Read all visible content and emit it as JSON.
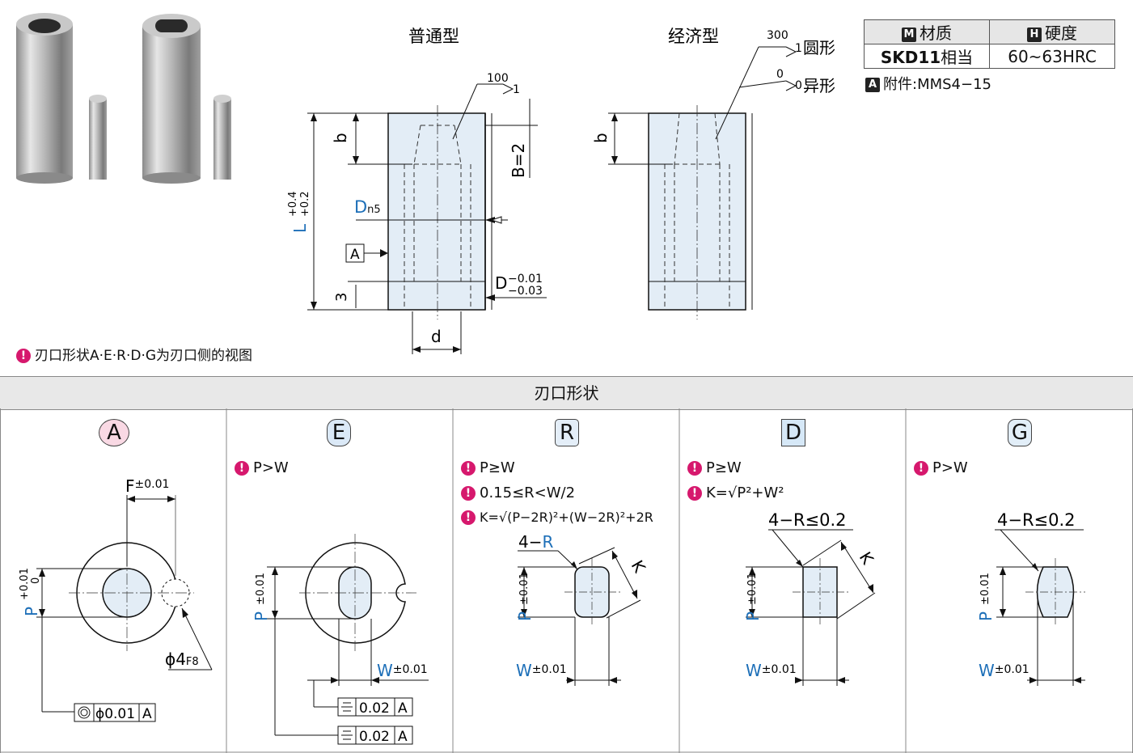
{
  "top": {
    "type_normal": "普通型",
    "type_economy": "经济型",
    "dim_b": "b",
    "dim_b2": "b",
    "dim_B": "B=2",
    "dim_L_main": "L",
    "dim_L_tol_upper": "+0.4",
    "dim_L_tol_lower": "+0.2",
    "dim_D": "D",
    "dim_D_sub": "n5",
    "dim_D_tol_upper": "−0.01",
    "dim_D_tol_lower": "−0.03",
    "dim_D_prefix": "D",
    "dim_d": "d",
    "dim_3": "3",
    "datum_A": "A",
    "rough_100": "100",
    "rough_1a": "1",
    "rough_300": "300",
    "rough_1b": "1",
    "rough_0a": "0",
    "rough_0b": "0",
    "round_label": "圆形",
    "shaped_label": "异形",
    "bottom_note": "刃口形状A·E·R·D·G为刃口侧的视图"
  },
  "material": {
    "header_material_icon": "M",
    "header_material": "材质",
    "header_hardness_icon": "H",
    "header_hardness": "硬度",
    "material_bold": "SKD11",
    "material_suffix": "相当",
    "hardness_value": "60~63HRC",
    "accessory_icon": "A",
    "accessory": "附件:MMS4−15"
  },
  "section": {
    "title": "刃口形状"
  },
  "panels": {
    "A": {
      "label": "A",
      "F": "F",
      "F_tol": "±0.01",
      "P": "P",
      "P_tol_upper": "+0.01",
      "P_tol_lower": "0",
      "phi4": "ϕ4",
      "phi4_sub": "F8",
      "frame_phi": "ϕ0.01",
      "frame_A": "A"
    },
    "E": {
      "label": "E",
      "note1": "P>W",
      "P": "P",
      "P_tol": "±0.01",
      "W": "W",
      "W_tol": "±0.01",
      "frame1_val": "0.02",
      "frame1_A": "A",
      "frame2_val": "0.02",
      "frame2_A": "A"
    },
    "R": {
      "label": "R",
      "note1": "P≥W",
      "note2": "0.15≤R<W/2",
      "note3": "K=√(P−2R)²+(W−2R)²+2R",
      "R_prefix": "4−",
      "R": "R",
      "K": "K",
      "P": "P",
      "P_tol": "±0.01",
      "W": "W",
      "W_tol": "±0.01"
    },
    "D": {
      "label": "D",
      "note1": "P≥W",
      "note2": "K=√P²+W²",
      "R_note": "4−R≤0.2",
      "K": "K",
      "P": "P",
      "P_tol": "±0.01",
      "W": "W",
      "W_tol": "±0.01"
    },
    "G": {
      "label": "G",
      "note1": "P>W",
      "R_note": "4−R≤0.2",
      "P": "P",
      "P_tol": "±0.01",
      "W": "W",
      "W_tol": "±0.01"
    }
  },
  "colors": {
    "accent_blue": "#1d6fb8",
    "tip_magenta": "#d6186d",
    "fill_light": "#e3edf6",
    "head_A": "#f9d9e4",
    "head_E": "#dbe9f7",
    "head_R": "#e4eef8",
    "head_D": "#d6e8f7",
    "head_G": "#e2eef8"
  }
}
